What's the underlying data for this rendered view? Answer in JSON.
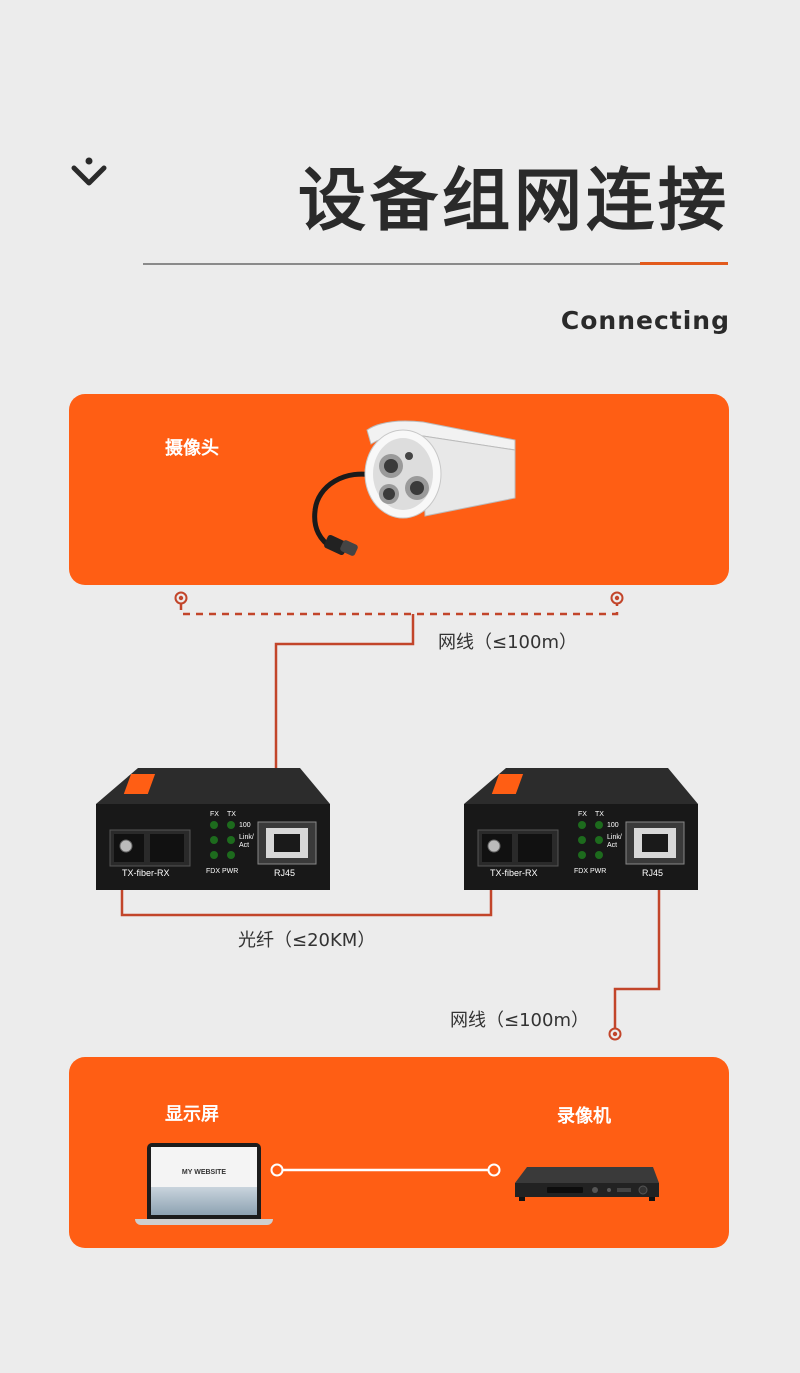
{
  "header": {
    "title": "设备组网连接",
    "subtitle": "Connecting",
    "chevron_icon": "chevron-down-icon"
  },
  "camera_panel": {
    "label": "摄像头",
    "icon": "security-camera-icon"
  },
  "links": {
    "camera_cable_label": "网线（≤100m）",
    "fiber_label": "光纤（≤20KM）",
    "output_cable_label": "网线（≤100m）"
  },
  "converters": [
    {
      "fiber_port_label": "TX-fiber-RX",
      "rj45_label": "RJ45",
      "led_col_fx": "FX",
      "led_col_tx": "TX",
      "led_row_100": "100",
      "led_row_link": "Link/",
      "led_row_act": "Act",
      "led_bottom": "FDX PWR"
    },
    {
      "fiber_port_label": "TX-fiber-RX",
      "rj45_label": "RJ45",
      "led_col_fx": "FX",
      "led_col_tx": "TX",
      "led_row_100": "100",
      "led_row_link": "Link/",
      "led_row_act": "Act",
      "led_bottom": "FDX PWR"
    }
  ],
  "output_panel": {
    "monitor_label": "显示屏",
    "recorder_label": "录像机",
    "laptop_screen_title": "MY WEBSITE",
    "laptop_icon": "laptop-icon",
    "recorder_icon": "nvr-recorder-icon"
  },
  "colors": {
    "accent": "#ff5e14",
    "line": "#c2452a",
    "background": "#ececec",
    "title": "#2a2a2a"
  }
}
